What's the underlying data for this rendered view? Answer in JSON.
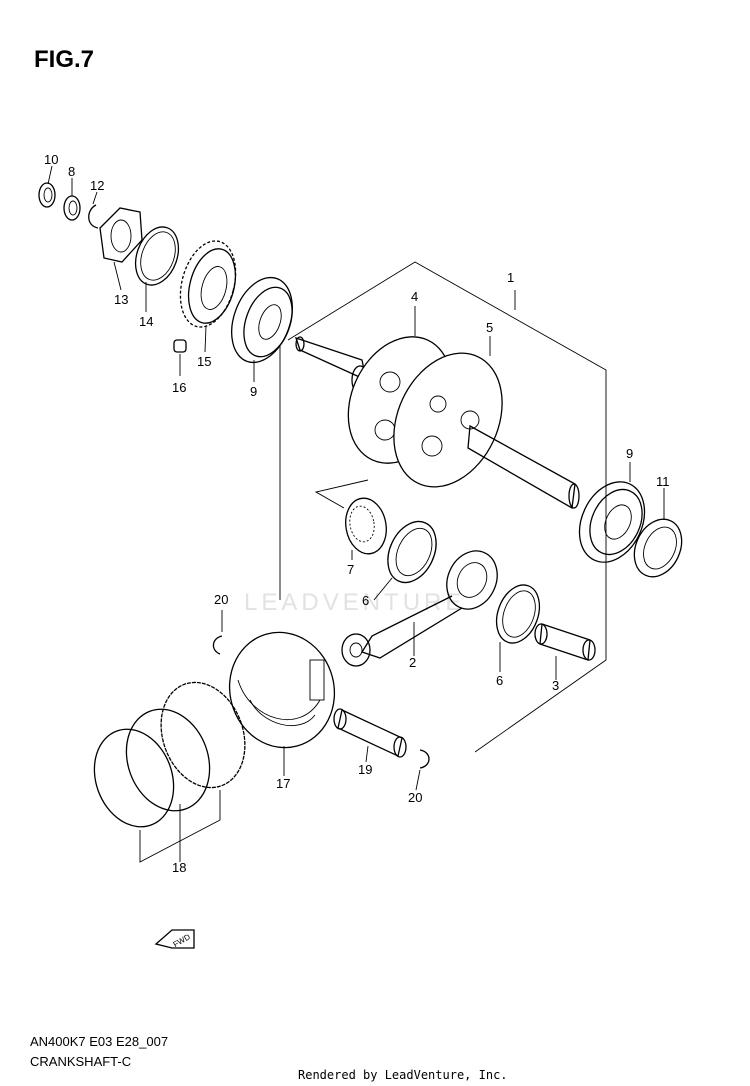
{
  "figure": {
    "title": "FIG.7"
  },
  "watermark": "LEADVENTURE",
  "parts": [
    {
      "no": "1"
    },
    {
      "no": "2"
    },
    {
      "no": "3"
    },
    {
      "no": "4"
    },
    {
      "no": "5"
    },
    {
      "no": "6"
    },
    {
      "no": "6"
    },
    {
      "no": "7"
    },
    {
      "no": "8"
    },
    {
      "no": "9"
    },
    {
      "no": "9"
    },
    {
      "no": "10"
    },
    {
      "no": "11"
    },
    {
      "no": "12"
    },
    {
      "no": "13"
    },
    {
      "no": "14"
    },
    {
      "no": "15"
    },
    {
      "no": "16"
    },
    {
      "no": "17"
    },
    {
      "no": "18"
    },
    {
      "no": "19"
    },
    {
      "no": "20"
    },
    {
      "no": "20"
    }
  ],
  "fwd_badge": "FWD",
  "footer": {
    "model_code": "AN400K7 E03 E28_007",
    "section": "CRANKSHAFT-C",
    "rendered_by": "Rendered by LeadVenture, Inc."
  }
}
